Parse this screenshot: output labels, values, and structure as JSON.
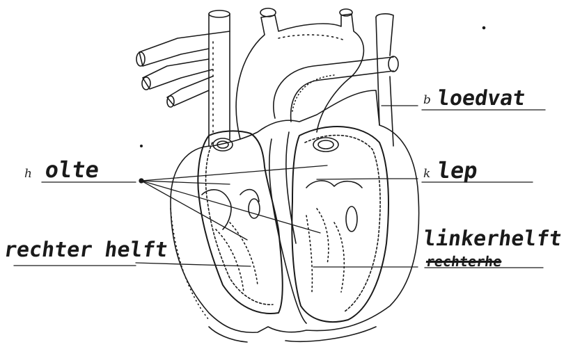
{
  "colors": {
    "ink": "#1a1a1a",
    "paper": "#ffffff"
  },
  "labels": {
    "b": {
      "letter": "b",
      "answer": "loedvat"
    },
    "h": {
      "letter": "h",
      "answer": "olte"
    },
    "k": {
      "letter": "k",
      "answer": "lep"
    },
    "right_half": {
      "answer": "rechter helft"
    },
    "left_half": {
      "answer": "linkerhelft",
      "crossed_out": "rechterhe"
    }
  }
}
